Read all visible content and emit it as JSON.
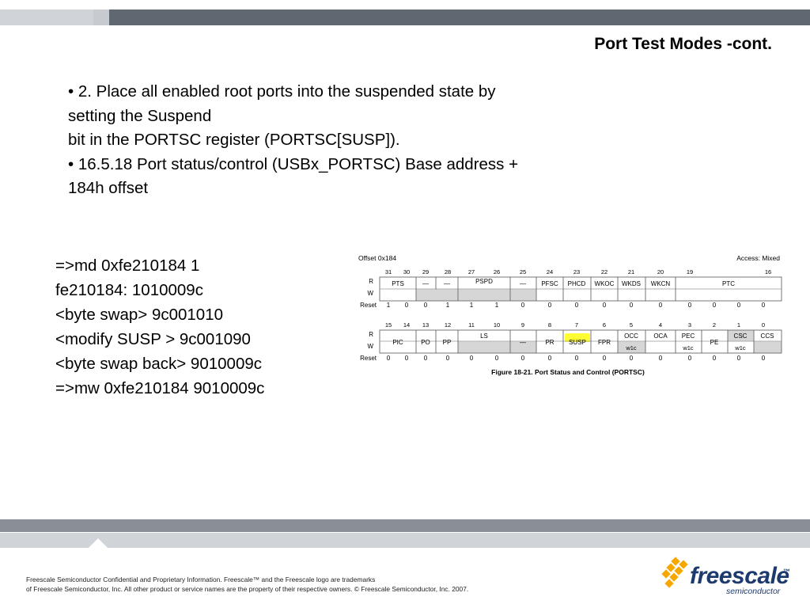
{
  "slide": {
    "title": "Port Test Modes -cont.",
    "bullets": [
      "• 2. Place all enabled root ports into the suspended state by",
      "setting the Suspend",
      "bit in the PORTSC register (PORTSC[SUSP]).",
      "• 16.5.18 Port status/control (USBx_PORTSC) Base address +",
      "184h offset"
    ],
    "commands": [
      "=>md 0xfe210184 1",
      "fe210184: 1010009c",
      "<byte swap> 9c001010",
      "<modify SUSP > 9c001090",
      "<byte swap back> 9010009c",
      "=>mw 0xfe210184 9010009c"
    ]
  },
  "register": {
    "offset_label": "Offset 0x184",
    "access_label": "Access: Mixed",
    "row_r": "R",
    "row_w": "W",
    "reset_label": "Reset",
    "upper_bits": [
      "31",
      "30",
      "29",
      "28",
      "27",
      "26",
      "25",
      "24",
      "23",
      "22",
      "21",
      "20",
      "19",
      "16"
    ],
    "upper_fields": [
      "PTS",
      "—",
      "—",
      "PSPD",
      "—",
      "PFSC",
      "PHCD",
      "WKOC",
      "WKDS",
      "WKCN",
      "PTC"
    ],
    "upper_reset": [
      "1",
      "0",
      "0",
      "1",
      "1",
      "1",
      "0",
      "0",
      "0",
      "0",
      "0",
      "0",
      "0",
      "0",
      "0",
      "0"
    ],
    "lower_bits": [
      "15",
      "14",
      "13",
      "12",
      "11",
      "10",
      "9",
      "8",
      "7",
      "6",
      "5",
      "4",
      "3",
      "2",
      "1",
      "0"
    ],
    "lower_fields": [
      "PIC",
      "PO",
      "PP",
      "LS",
      "—",
      "PR",
      "SUSP",
      "FPR",
      "OCC",
      "OCA",
      "PEC",
      "PE",
      "CSC",
      "CCS"
    ],
    "lower_w1c": [
      "w1c",
      "w1c",
      "w1c"
    ],
    "lower_reset": [
      "0",
      "0",
      "0",
      "0",
      "0",
      "0",
      "0",
      "0",
      "0",
      "0",
      "0",
      "0",
      "0",
      "0",
      "0",
      "0"
    ],
    "caption": "Figure 18-21. Port Status and Control (PORTSC)",
    "highlight_color": "#ffff33"
  },
  "footer": {
    "line1": "Freescale Semiconductor Confidential and Proprietary Information. Freescale™ and the Freescale logo are trademarks",
    "line2": "of Freescale Semiconductor, Inc. All other product or service names are the property of their respective owners. © Freescale Semiconductor, Inc. 2007.",
    "logo_word": "freescale",
    "logo_tm": "™",
    "logo_sub": "semiconductor"
  }
}
